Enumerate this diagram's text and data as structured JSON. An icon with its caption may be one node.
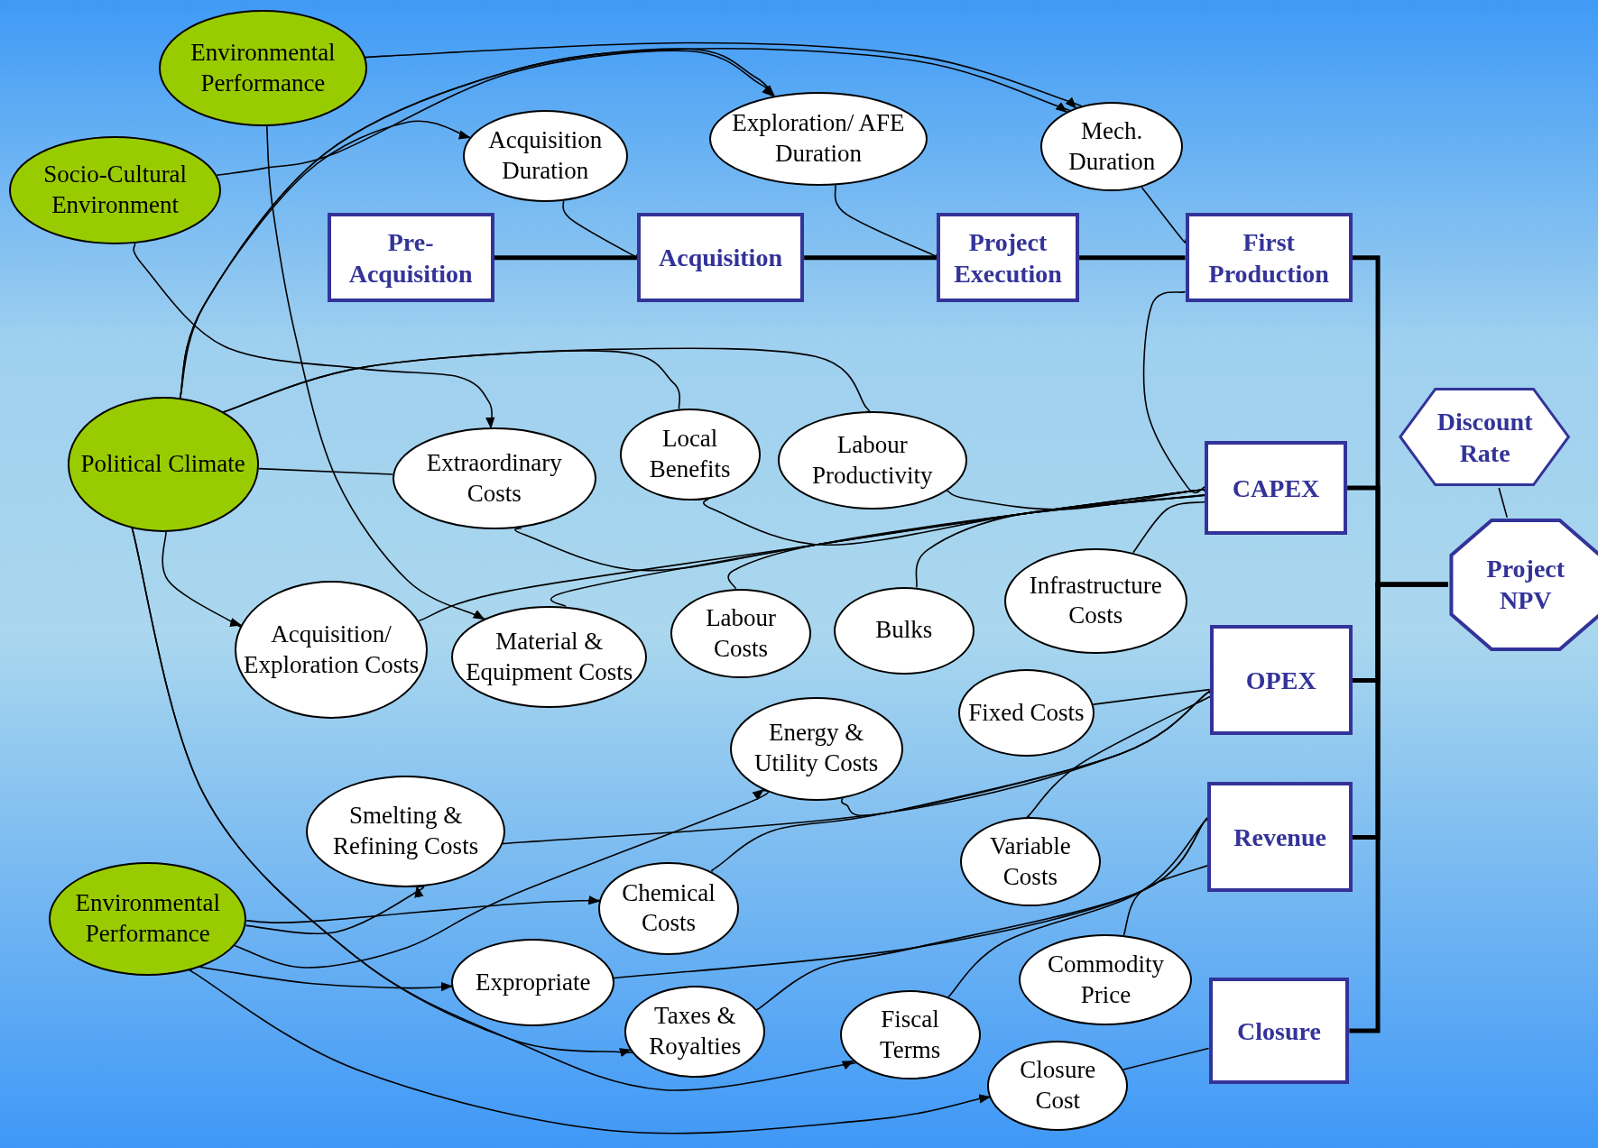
{
  "diagram": {
    "nodes": [
      {
        "text": [
          "Environmental Performance"
        ]
      },
      {
        "text": [
          "Socio-Cultural Environment"
        ]
      },
      {
        "text": [
          "Acquisition Duration"
        ]
      },
      {
        "text": [
          "Exploration/ AFE Duration"
        ]
      },
      {
        "text": [
          "Mech. Duration"
        ]
      },
      {
        "text": [
          "Pre- Acquisition"
        ]
      },
      {
        "text": [
          "Acquisition"
        ]
      },
      {
        "text": [
          "Project Execution"
        ]
      },
      {
        "text": [
          "First Production"
        ]
      },
      {
        "text": [
          "Political Climate"
        ]
      },
      {
        "text": [
          "Extraordinary Costs"
        ]
      },
      {
        "text": [
          "Local Benefits"
        ]
      },
      {
        "text": [
          "Labour Productivity"
        ]
      },
      {
        "text": [
          "CAPEX"
        ]
      },
      {
        "text": [
          "Discount Rate"
        ]
      },
      {
        "text": [
          "Acquisition/ Exploration Costs"
        ]
      },
      {
        "text": [
          "Material & Equipment Costs"
        ]
      },
      {
        "text": [
          "Labour Costs"
        ]
      },
      {
        "text": [
          "Bulks"
        ]
      },
      {
        "text": [
          "Infrastructure Costs"
        ]
      },
      {
        "text": [
          "Project NPV"
        ]
      },
      {
        "text": [
          "OPEX"
        ]
      },
      {
        "text": [
          "Fixed Costs"
        ]
      },
      {
        "text": [
          "Energy & Utility Costs"
        ]
      },
      {
        "text": [
          "Smelting & Refining Costs"
        ]
      },
      {
        "text": [
          "Revenue"
        ]
      },
      {
        "text": [
          "Variable Costs"
        ]
      },
      {
        "text": [
          "Environmental Performance"
        ]
      },
      {
        "text": [
          "Chemical Costs"
        ]
      },
      {
        "text": [
          "Expropriate"
        ]
      },
      {
        "text": [
          "Commodity Price"
        ]
      },
      {
        "text": [
          "Taxes & Royalties"
        ]
      },
      {
        "text": [
          "Fiscal Terms"
        ]
      },
      {
        "text": [
          "Closure"
        ]
      },
      {
        "text": [
          "Closure Cost"
        ]
      }
    ],
    "edges": [
      {
        "from": 5,
        "to": 6,
        "arrow": "none",
        "style": "thick"
      },
      {
        "from": 6,
        "to": 7,
        "arrow": "none",
        "style": "thick"
      },
      {
        "from": 7,
        "to": 8,
        "arrow": "none",
        "style": "thick"
      },
      {
        "from": 2,
        "to": 6,
        "arrow": "none"
      },
      {
        "from": 3,
        "to": 7,
        "arrow": "none"
      },
      {
        "from": 4,
        "to": 8,
        "arrow": "none"
      },
      {
        "from": 0,
        "to": 4,
        "arrow": "to"
      },
      {
        "from": 9,
        "to": 2,
        "arrow": "to"
      },
      {
        "from": 9,
        "to": 3,
        "arrow": "to"
      },
      {
        "from": 9,
        "to": 4,
        "arrow": "to"
      },
      {
        "from": 1,
        "to": 3,
        "arrow": "to"
      },
      {
        "from": 1,
        "to": 10,
        "arrow": "to"
      },
      {
        "from": 9,
        "to": 10,
        "arrow": "none"
      },
      {
        "from": 9,
        "to": 11,
        "arrow": "none"
      },
      {
        "from": 9,
        "to": 12,
        "arrow": "none"
      },
      {
        "from": 0,
        "to": 16,
        "arrow": "to"
      },
      {
        "from": 9,
        "to": 15,
        "arrow": "to"
      },
      {
        "from": 10,
        "to": 13,
        "arrow": "none"
      },
      {
        "from": 11,
        "to": 13,
        "arrow": "none"
      },
      {
        "from": 12,
        "to": 13,
        "arrow": "none"
      },
      {
        "from": 15,
        "to": 13,
        "arrow": "none"
      },
      {
        "from": 16,
        "to": 13,
        "arrow": "none"
      },
      {
        "from": 17,
        "to": 13,
        "arrow": "none"
      },
      {
        "from": 18,
        "to": 13,
        "arrow": "none"
      },
      {
        "from": 19,
        "to": 13,
        "arrow": "none"
      },
      {
        "from": 8,
        "to": 13,
        "arrow": "none"
      },
      {
        "from": 27,
        "to": 24,
        "arrow": "to"
      },
      {
        "from": 27,
        "to": 23,
        "arrow": "to"
      },
      {
        "from": 27,
        "to": 28,
        "arrow": "to"
      },
      {
        "from": 27,
        "to": 29,
        "arrow": "to"
      },
      {
        "from": 27,
        "to": 34,
        "arrow": "to"
      },
      {
        "from": 9,
        "to": 31,
        "arrow": "to"
      },
      {
        "from": 9,
        "to": 32,
        "arrow": "to"
      },
      {
        "from": 22,
        "to": 21,
        "arrow": "none"
      },
      {
        "from": 23,
        "to": 21,
        "arrow": "none"
      },
      {
        "from": 24,
        "to": 21,
        "arrow": "none"
      },
      {
        "from": 26,
        "to": 21,
        "arrow": "none"
      },
      {
        "from": 28,
        "to": 21,
        "arrow": "none"
      },
      {
        "from": 29,
        "to": 25,
        "arrow": "none"
      },
      {
        "from": 30,
        "to": 25,
        "arrow": "none"
      },
      {
        "from": 31,
        "to": 25,
        "arrow": "none"
      },
      {
        "from": 32,
        "to": 25,
        "arrow": "none"
      },
      {
        "from": 34,
        "to": 33,
        "arrow": "none"
      },
      {
        "from": 8,
        "to": 20,
        "arrow": "none",
        "style": "thick"
      },
      {
        "from": 13,
        "to": 20,
        "arrow": "none",
        "style": "thick"
      },
      {
        "from": 21,
        "to": 20,
        "arrow": "none",
        "style": "thick"
      },
      {
        "from": 25,
        "to": 20,
        "arrow": "none",
        "style": "thick"
      },
      {
        "from": 33,
        "to": 20,
        "arrow": "none",
        "style": "thick"
      },
      {
        "from": 14,
        "to": 20,
        "arrow": "none"
      }
    ]
  }
}
